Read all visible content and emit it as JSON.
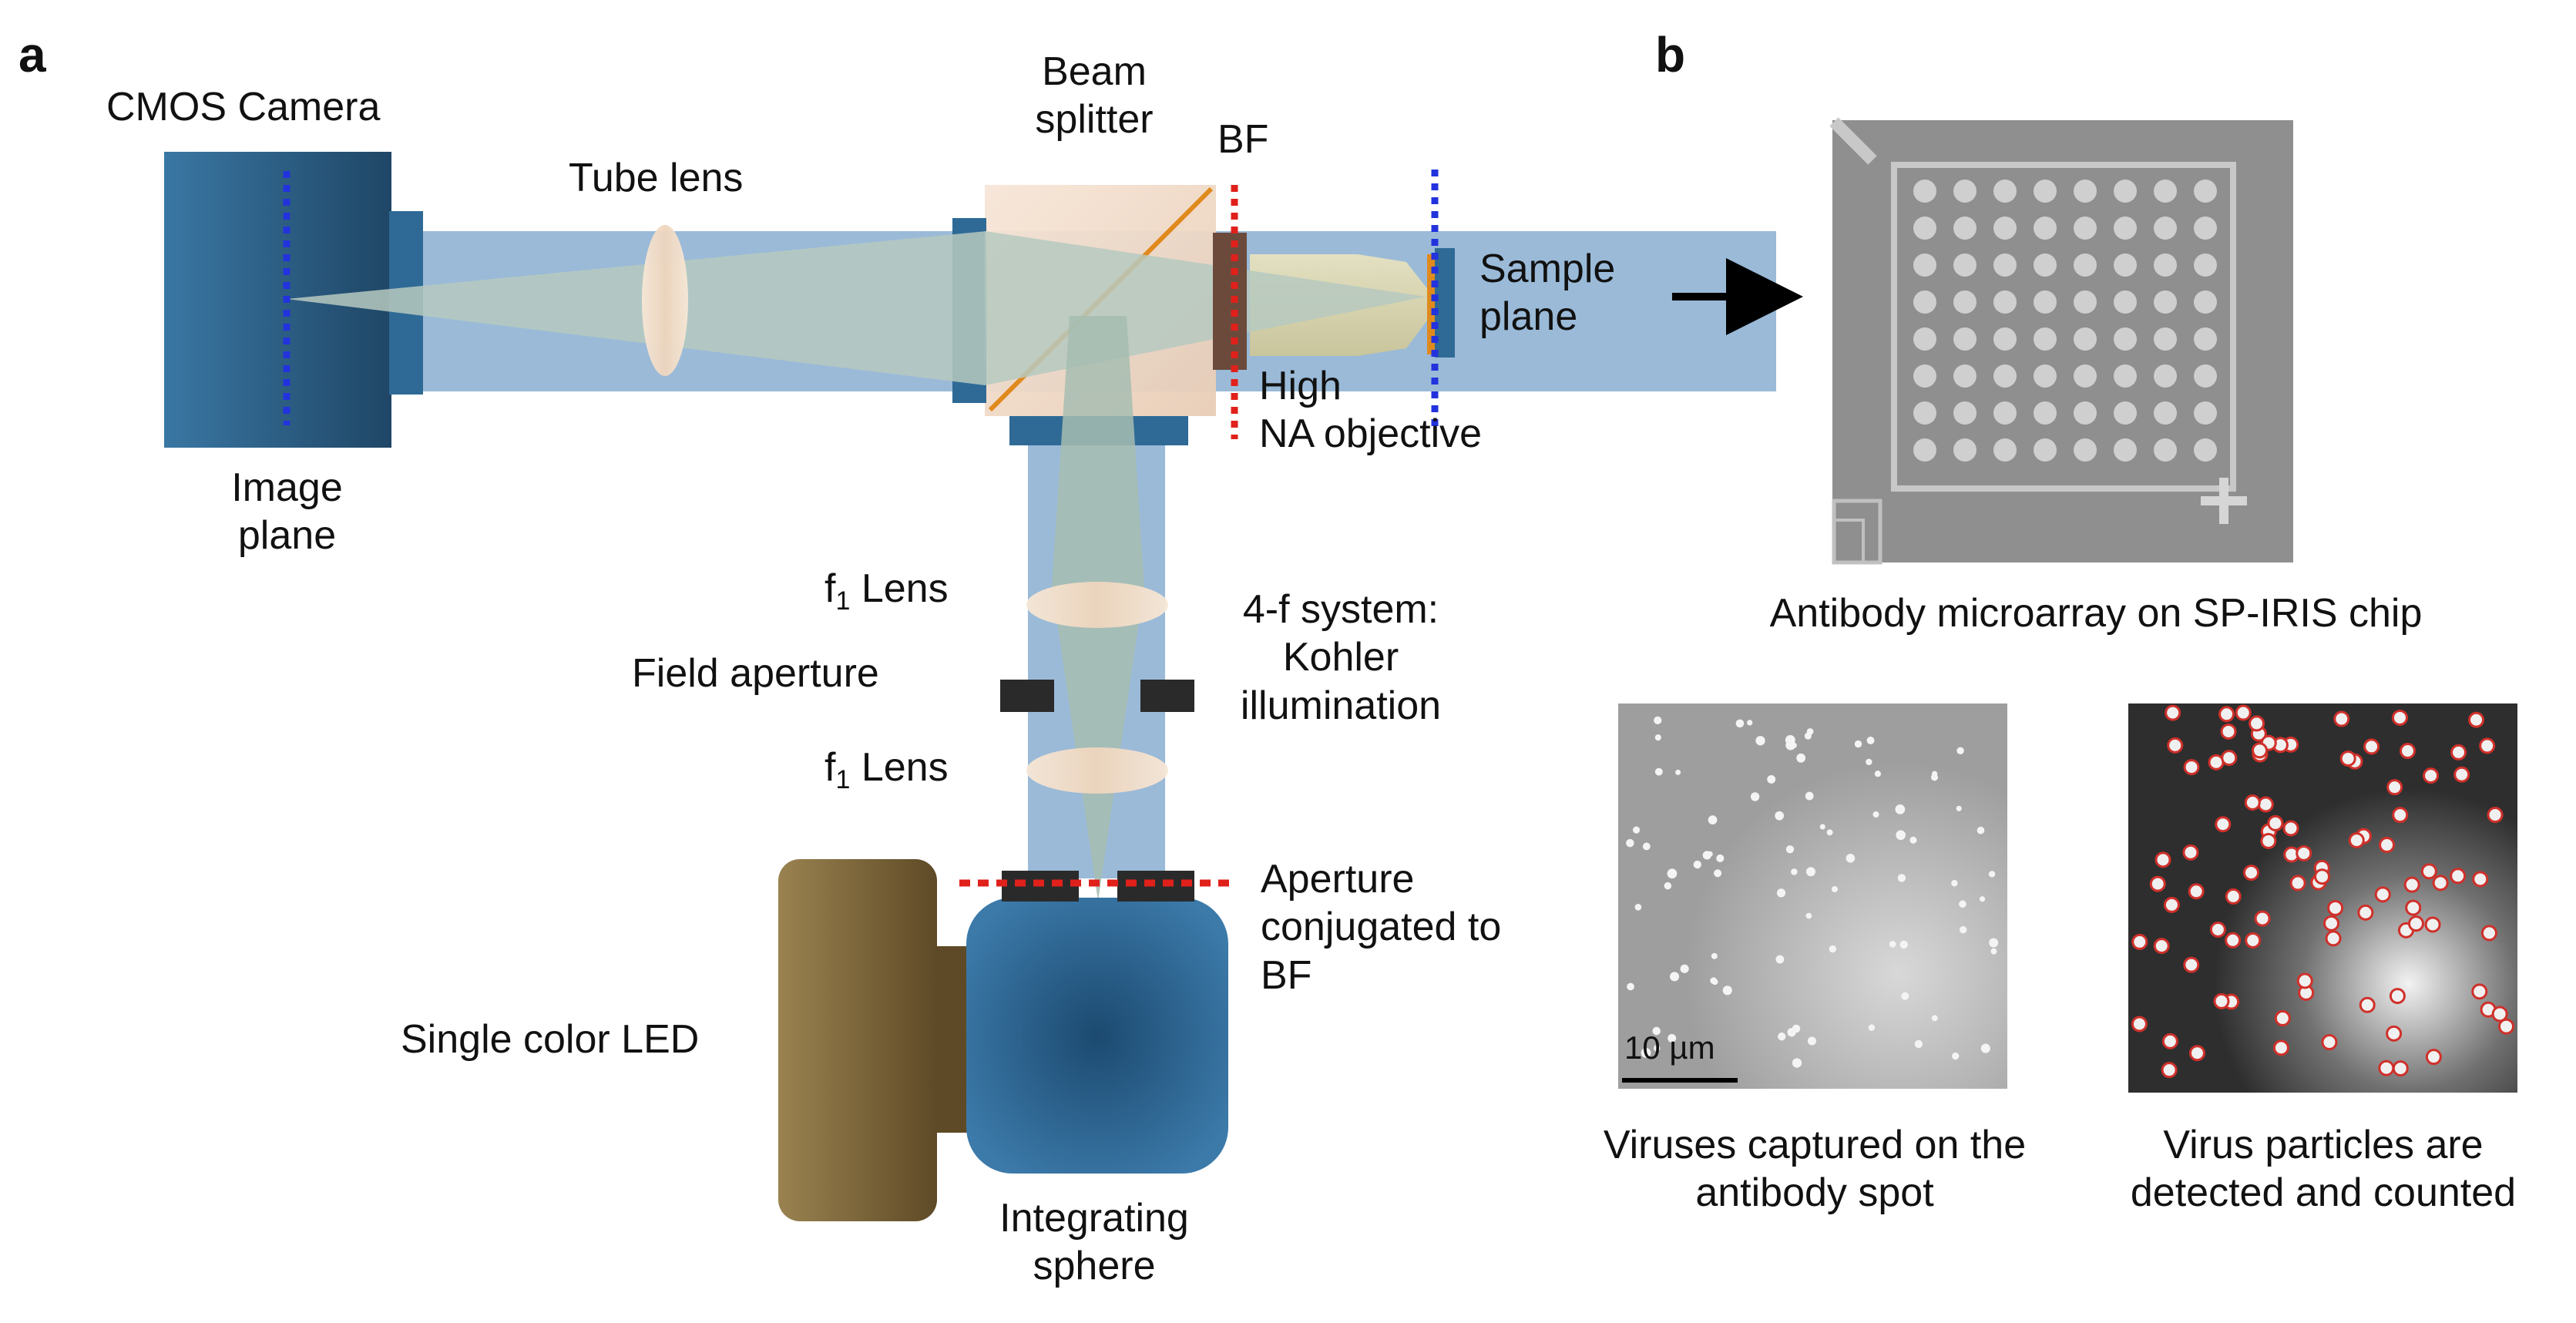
{
  "panels": {
    "a": "a",
    "b": "b"
  },
  "labels": {
    "cmos_camera": "CMOS Camera",
    "tube_lens": "Tube lens",
    "beam_splitter_line1": "Beam",
    "beam_splitter_line2": "splitter",
    "bf": "BF",
    "sample_plane_line1": "Sample",
    "sample_plane_line2": "plane",
    "objective_line1": "High",
    "objective_line2": "NA objective",
    "image_plane_line1": "Image",
    "image_plane_line2": "plane",
    "f1_lens_prefix": "f",
    "f1_lens_subscript": "1",
    "f1_lens_suffix": " Lens",
    "field_aperture": "Field aperture",
    "four_f_line1": "4-f system:",
    "four_f_line2": "Kohler",
    "four_f_line3": "illumination",
    "aperture_line1": "Aperture",
    "aperture_line2": "conjugated to",
    "aperture_line3": "BF",
    "led": "Single color LED",
    "sphere_line1": "Integrating",
    "sphere_line2": "sphere",
    "microarray_caption": "Antibody microarray on SP-IRIS chip",
    "scale_bar": "10 µm",
    "viruses_captured_line1": "Viruses captured on the",
    "viruses_captured_line2": "antibody spot",
    "virus_detected_line1": "Virus particles are",
    "virus_detected_line2": "detected and counted"
  },
  "colors": {
    "component_blue": "#2f6a96",
    "beam_blue": "#8fb2d4",
    "plane_marker_blue": "#2233dd",
    "plane_marker_red": "#e0201b",
    "splitter_line": "#e08a1e",
    "led_brown": "#8a7040",
    "aperture_black": "#2a2a2a"
  },
  "icons": {
    "camera": "cmos-camera-icon",
    "lens": "lens-icon",
    "splitter": "beam-splitter-cube-icon",
    "objective": "objective-icon",
    "led": "led-icon",
    "sphere": "integrating-sphere-icon",
    "arrow": "arrow-right-icon"
  },
  "microarray": {
    "rows": 8,
    "cols": 8
  }
}
